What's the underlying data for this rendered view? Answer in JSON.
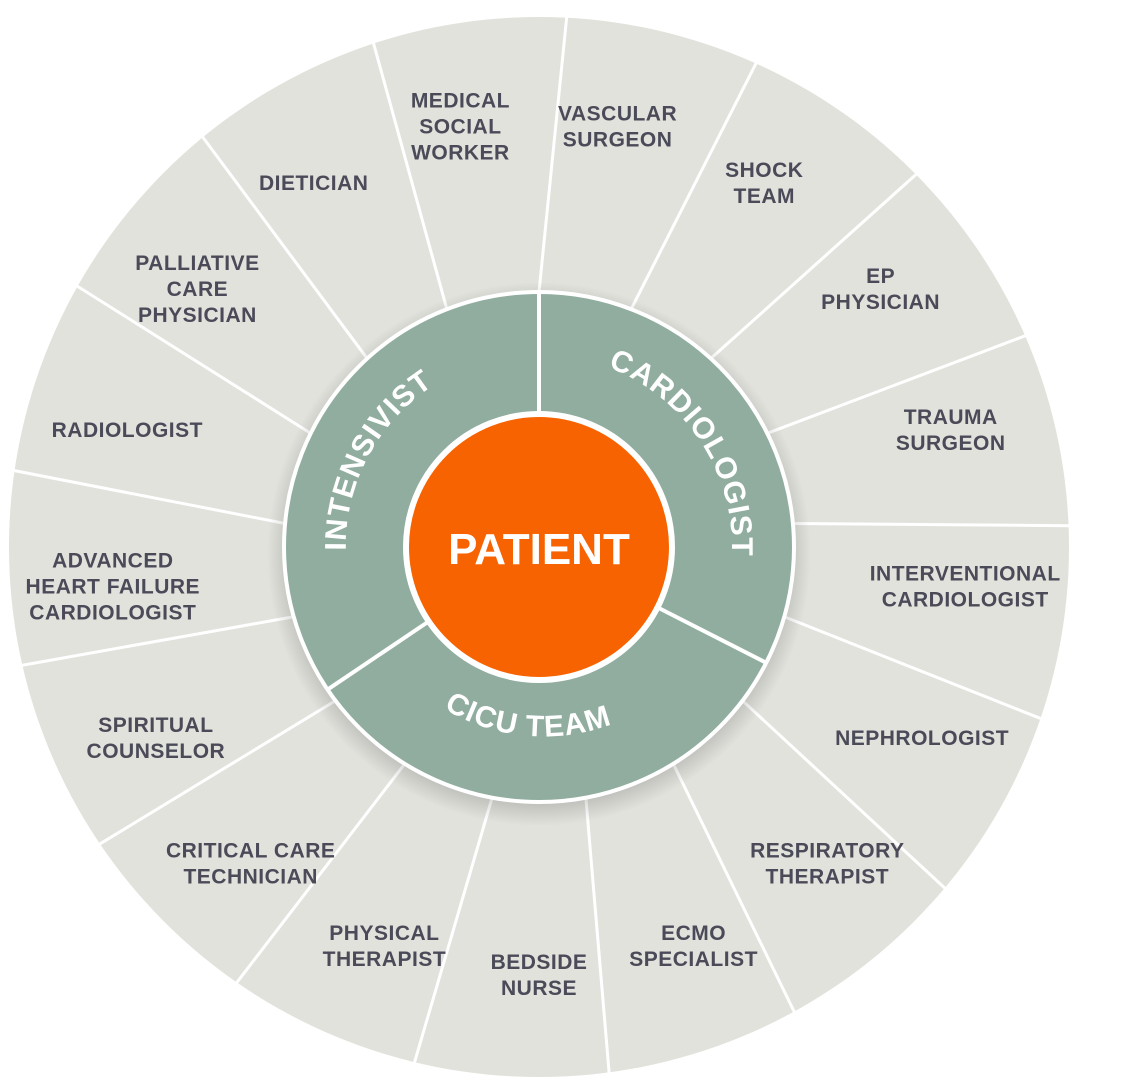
{
  "colors": {
    "outer_fill": "#e1e2dc",
    "divider": "#ffffff",
    "ring_fill": "#90ad9f",
    "center_fill": "#f76300",
    "outer_text": "#4a4a58",
    "ring_text": "#ffffff"
  },
  "center": {
    "label": "PATIENT"
  },
  "ring": [
    {
      "id": "intensivist",
      "label": "INTENSIVIST"
    },
    {
      "id": "cardiologist",
      "label": "CARDIOLOGIST"
    },
    {
      "id": "cicu-team",
      "label": "CICU TEAM"
    }
  ],
  "outer": [
    {
      "id": "vascular-surgeon",
      "lines": [
        "VASCULAR",
        "SURGEON"
      ]
    },
    {
      "id": "shock-team",
      "lines": [
        "SHOCK",
        "TEAM"
      ]
    },
    {
      "id": "ep-physician",
      "lines": [
        "EP",
        "PHYSICIAN"
      ]
    },
    {
      "id": "trauma-surgeon",
      "lines": [
        "TRAUMA",
        "SURGEON"
      ]
    },
    {
      "id": "interventional-cardiologist",
      "lines": [
        "INTERVENTIONAL",
        "CARDIOLOGIST"
      ]
    },
    {
      "id": "nephrologist",
      "lines": [
        "NEPHROLOGIST"
      ]
    },
    {
      "id": "respiratory-therapist",
      "lines": [
        "RESPIRATORY",
        "THERAPIST"
      ]
    },
    {
      "id": "ecmo-specialist",
      "lines": [
        "ECMO",
        "SPECIALIST"
      ]
    },
    {
      "id": "bedside-nurse",
      "lines": [
        "BEDSIDE",
        "NURSE"
      ]
    },
    {
      "id": "physical-therapist",
      "lines": [
        "PHYSICAL",
        "THERAPIST"
      ]
    },
    {
      "id": "critical-care-technician",
      "lines": [
        "CRITICAL CARE",
        "TECHNICIAN"
      ]
    },
    {
      "id": "spiritual-counselor",
      "lines": [
        "SPIRITUAL",
        "COUNSELOR"
      ]
    },
    {
      "id": "advanced-heart-failure-cardiologist",
      "lines": [
        "ADVANCED",
        "HEART FAILURE",
        "CARDIOLOGIST"
      ]
    },
    {
      "id": "radiologist",
      "lines": [
        "RADIOLOGIST"
      ]
    },
    {
      "id": "palliative-care-physician",
      "lines": [
        "PALLIATIVE",
        "CARE",
        "PHYSICIAN"
      ]
    },
    {
      "id": "dietician",
      "lines": [
        "DIETICIAN"
      ]
    },
    {
      "id": "medical-social-worker",
      "lines": [
        "MEDICAL",
        "SOCIAL",
        "WORKER"
      ]
    }
  ]
}
